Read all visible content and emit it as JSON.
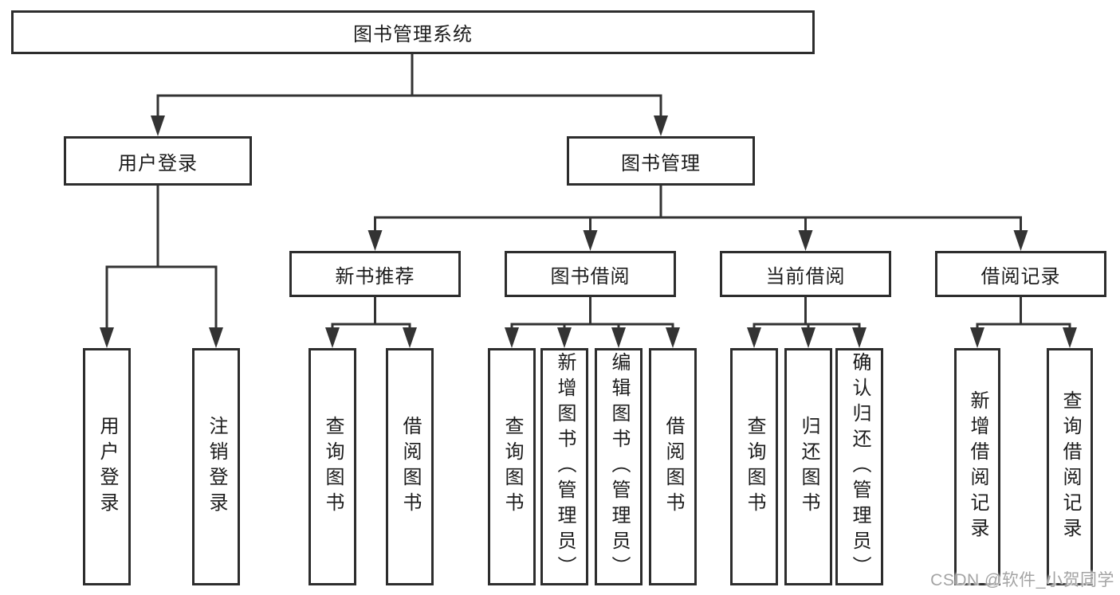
{
  "diagram_title": "图书管理系统",
  "watermark": "CSDN @软件_小贺同学",
  "colors": {
    "background": "#ffffff",
    "line": "#333333",
    "box_border": "#2d2d2d",
    "text": "#1c1c1c",
    "watermark_text": "#a4a4a4"
  },
  "tree": {
    "label": "图书管理系统",
    "children": [
      {
        "label": "用户登录",
        "children": [
          {
            "label": "用户登录"
          },
          {
            "label": "注销登录"
          }
        ]
      },
      {
        "label": "图书管理",
        "children": [
          {
            "label": "新书推荐",
            "children": [
              {
                "label": "查询图书"
              },
              {
                "label": "借阅图书"
              }
            ]
          },
          {
            "label": "图书借阅",
            "children": [
              {
                "label": "查询图书"
              },
              {
                "label": "新增图书（管理员）"
              },
              {
                "label": "编辑图书（管理员）"
              },
              {
                "label": "借阅图书"
              }
            ]
          },
          {
            "label": "当前借阅",
            "children": [
              {
                "label": "查询图书"
              },
              {
                "label": "归还图书"
              },
              {
                "label": "确认归还（管理员）"
              }
            ]
          },
          {
            "label": "借阅记录",
            "children": [
              {
                "label": "新增借阅记录"
              },
              {
                "label": "查询借阅记录"
              }
            ]
          }
        ]
      }
    ]
  }
}
